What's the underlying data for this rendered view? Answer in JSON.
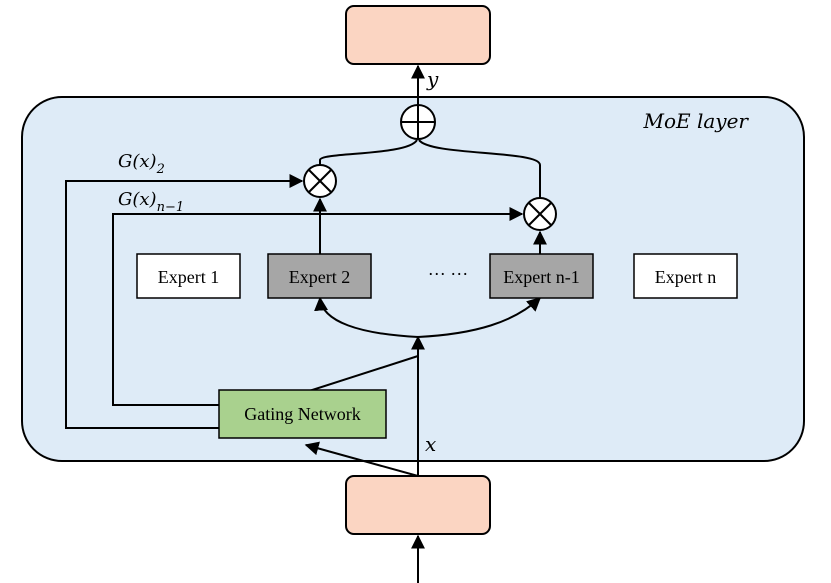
{
  "layer": {
    "label": "MoE layer"
  },
  "experts": [
    {
      "label": "Expert 1",
      "active": false
    },
    {
      "label": "Expert 2",
      "active": true
    },
    {
      "label": "Expert n-1",
      "active": true
    },
    {
      "label": "Expert n",
      "active": false
    }
  ],
  "ellipsis": "··· ···",
  "gating": {
    "label": "Gating Network"
  },
  "labels": {
    "input": "x",
    "output": "y",
    "gate_2": {
      "base": "G(x)",
      "sub": "2"
    },
    "gate_n1": {
      "base": "G(x)",
      "sub": "n−1"
    }
  },
  "colors": {
    "layer_fill": "#deebf7",
    "io_fill": "#fbd5c2",
    "active_expert_fill": "#a6a6a6",
    "gating_fill": "#a9d18e"
  }
}
